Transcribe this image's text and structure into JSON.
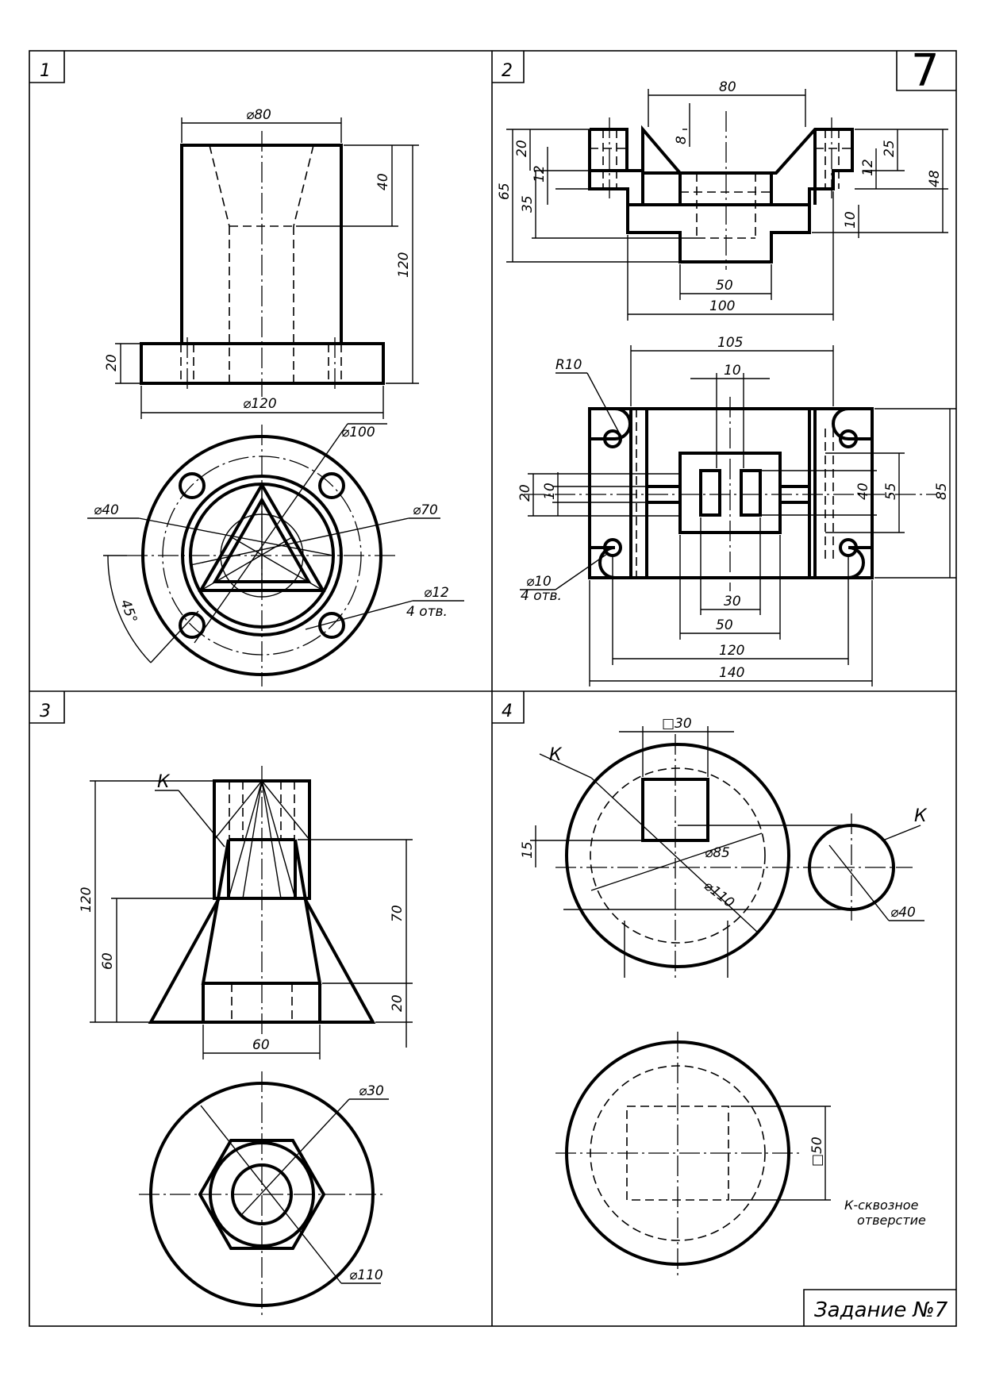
{
  "sheet": {
    "task_number": "7",
    "title": "Задание №7",
    "note_line1": "К-сквозное",
    "note_line2": "отверстие"
  },
  "panels": {
    "p1": {
      "number": "1",
      "dims": {
        "d80": "⌀80",
        "h40": "40",
        "h120": "120",
        "h20": "20",
        "d120": "⌀120",
        "d100": "⌀100",
        "d40": "⌀40",
        "d70": "⌀70",
        "a45": "45°",
        "d12": "⌀12",
        "holes": "4 отв."
      }
    },
    "p2": {
      "number": "2",
      "dims": {
        "w80": "80",
        "h8": "8",
        "h20": "20",
        "h65": "65",
        "h12a": "12",
        "h35": "35",
        "h25": "25",
        "h12b": "12",
        "h48": "48",
        "h10": "10",
        "w50": "50",
        "w100": "100",
        "w105": "105",
        "w10": "10",
        "r10": "R10",
        "v20": "20",
        "v10": "10",
        "v40": "40",
        "v55": "55",
        "v85": "85",
        "d10": "⌀10",
        "holes": "4 отв.",
        "w30": "30",
        "w50b": "50",
        "w120": "120",
        "w140": "140"
      }
    },
    "p3": {
      "number": "3",
      "mark_k": "К",
      "dims": {
        "h120": "120",
        "h60": "60",
        "h70": "70",
        "h20": "20",
        "w60": "60",
        "d30": "⌀30",
        "d110": "⌀110"
      }
    },
    "p4": {
      "number": "4",
      "mark_k1": "К",
      "mark_k2": "К",
      "dims": {
        "sq30": "□30",
        "h15": "15",
        "d85": "⌀85",
        "d110": "⌀110",
        "d40": "⌀40",
        "sq50": "□50"
      }
    }
  }
}
